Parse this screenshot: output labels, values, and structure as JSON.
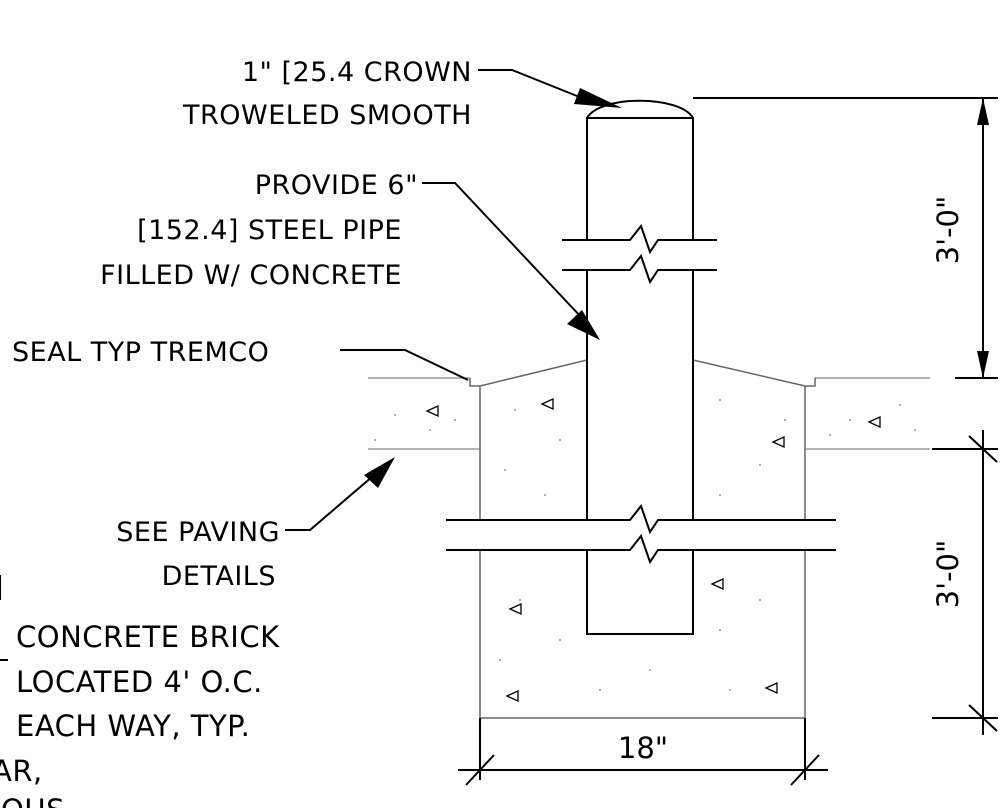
{
  "notes": {
    "crown_line1": "1\" [25.4 CROWN",
    "crown_line2": "TROWELED SMOOTH",
    "pipe_line1": "PROVIDE 6\"",
    "pipe_line2": "[152.4] STEEL PIPE",
    "pipe_line3": "FILLED W/ CONCRETE",
    "seal": "SEAL TYP TREMCO",
    "paving_line1": "SEE PAVING",
    "paving_line2": "DETAILS",
    "brick_line1": "CONCRETE BRICK",
    "brick_line2": "LOCATED 4' O.C.",
    "brick_line3": "EACH WAY, TYP.",
    "partial_line1": "AR,",
    "partial_line2": "IOUS"
  },
  "dimensions": {
    "above_grade": "3'-0\"",
    "below_grade": "3'-0\"",
    "footing_width": "18\""
  }
}
